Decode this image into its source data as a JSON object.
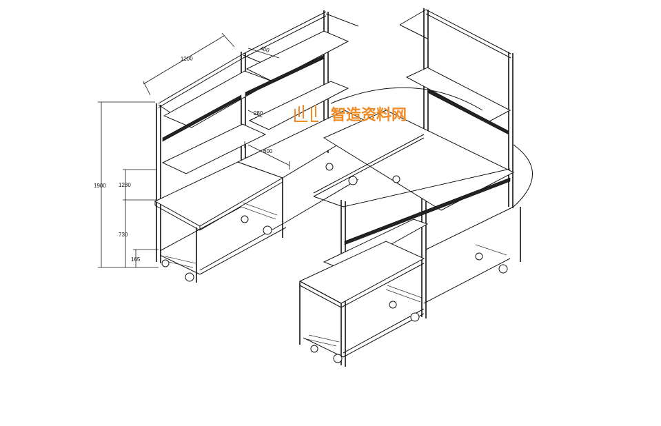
{
  "watermark": {
    "text": "智造资料网",
    "color": "#f08a24"
  },
  "dimensions": {
    "width_top": "1200",
    "depth_top": "400",
    "shelf_depth": "280",
    "table_depth": "600",
    "total_height": "1900",
    "upper_height": "1230",
    "table_height": "730",
    "bottom_height": "165"
  }
}
